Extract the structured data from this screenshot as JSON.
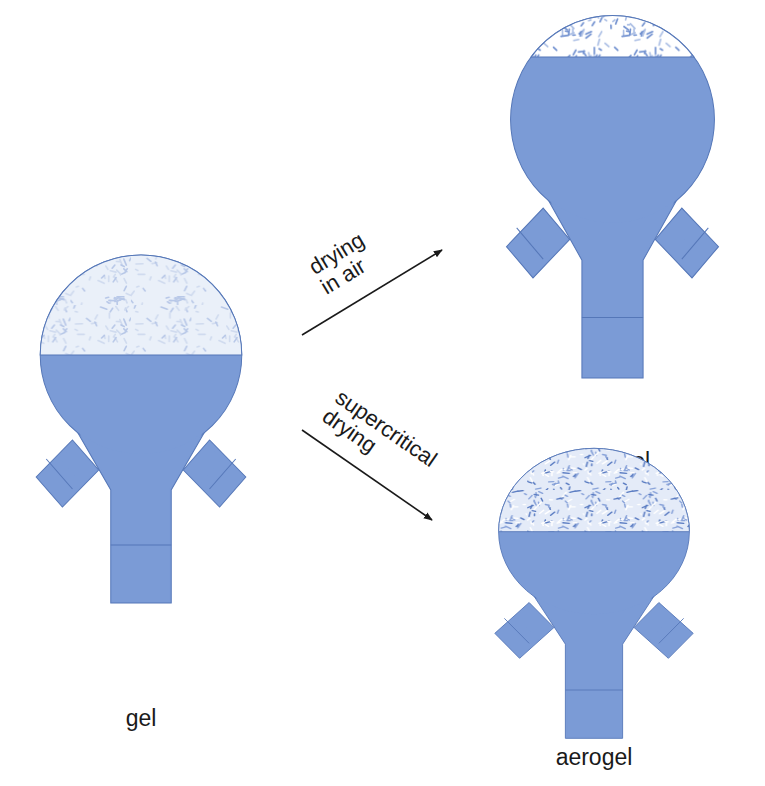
{
  "diagram": {
    "nodes": [
      {
        "text": [
          "gel"
        ]
      },
      {
        "text": [
          "xerogel"
        ]
      },
      {
        "text": [
          "aerogel"
        ]
      }
    ],
    "edges": [
      {
        "from": 0,
        "to": 1,
        "label": "drying in air",
        "arrow": "to"
      },
      {
        "from": 0,
        "to": 2,
        "label": "supercritical drying",
        "arrow": "to"
      }
    ]
  }
}
